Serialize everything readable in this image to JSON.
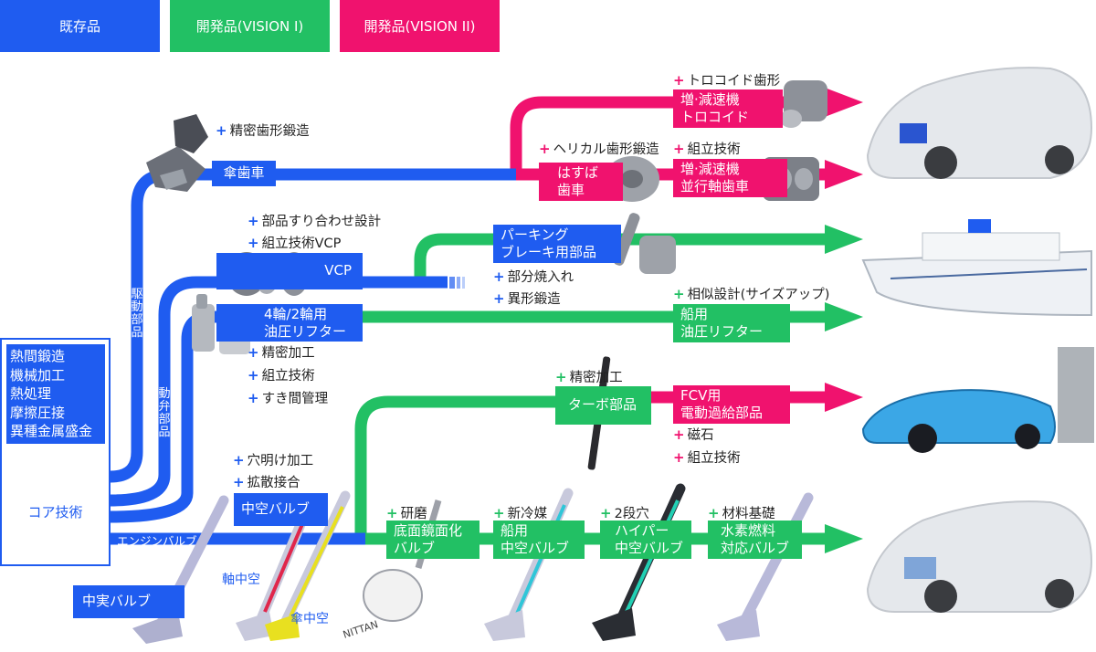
{
  "legend": {
    "existing": "既存品",
    "vision1": "開発品(VISION I)",
    "vision2": "開発品(VISION II)"
  },
  "core": {
    "items": [
      "熱間鍛造",
      "機械加工",
      "熱処理",
      "摩擦圧接",
      "異種金属盛金"
    ],
    "label": "コア技術"
  },
  "vertical_labels": {
    "drive": "駆動部品",
    "valvetrain": "動弁部品"
  },
  "products": {
    "bevel_gear": "傘歯車",
    "vcp": "VCP",
    "lifter_line1": "4輪/2輪用",
    "lifter_line2": "油圧リフター",
    "hollow_valve": "中空バルブ",
    "solid_valve": "中実バルブ",
    "engine_valve": "エンジンバルブ",
    "helical_line1": "はすば",
    "helical_line2": "歯車",
    "reducer_tro_line1": "増·減速機",
    "reducer_tro_line2": "トロコイド",
    "reducer_par_line1": "増·減速機",
    "reducer_par_line2": "並行軸歯車",
    "parking_line1": "パーキング",
    "parking_line2": "ブレーキ用部品",
    "marine_lifter_line1": "船用",
    "marine_lifter_line2": "油圧リフター",
    "turbo": "ターボ部品",
    "fcv_line1": "FCV用",
    "fcv_line2": "電動過給部品",
    "mirror_line1": "底面鏡面化",
    "mirror_line2": "バルブ",
    "marine_valve_line1": "船用",
    "marine_valve_line2": "中空バルブ",
    "hyper_line1": "ハイパー",
    "hyper_line2": "中空バルブ",
    "hydrogen_line1": "水素燃料",
    "hydrogen_line2": "対応バルブ"
  },
  "techs": {
    "precision_forging": "精密歯形鍛造",
    "parts_matching": "部品すり合わせ設計",
    "assembly_vcp": "組立技術VCP",
    "precision_machining": "精密加工",
    "assembly": "組立技術",
    "clearance": "すき間管理",
    "drilling": "穴明け加工",
    "diffusion_bonding": "拡散接合",
    "trochoid_tooth": "トロコイド歯形",
    "helical_forging": "ヘリカル歯形鍛造",
    "assembly_gear": "組立技術",
    "partial_hardening": "部分焼入れ",
    "irregular_forging": "異形鍛造",
    "similar_design": "相似設計(サイズアップ)",
    "precision_turbo": "精密加工",
    "magnet": "磁石",
    "assembly_fcv": "組立技術",
    "grinding": "研磨",
    "new_coolant": "新冷媒",
    "two_stage_hole": "2段穴",
    "material_base": "材料基礎"
  },
  "labels": {
    "stem_hollow": "軸中空",
    "head_hollow": "傘中空",
    "valve_brand": "NITTAN"
  },
  "colors": {
    "existing": "#1f5cf0",
    "vision1": "#22c064",
    "vision2": "#f0126e"
  }
}
